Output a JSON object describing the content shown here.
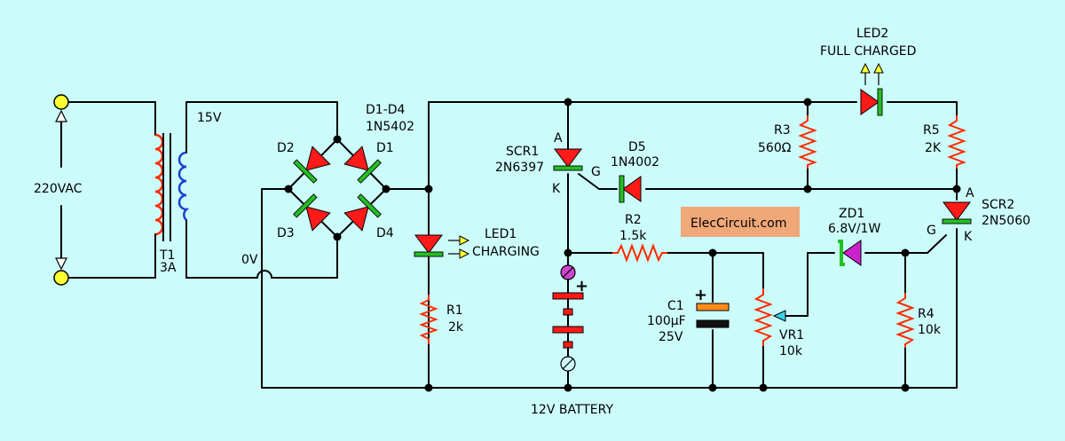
{
  "labels": {
    "input_voltage": "220VAC",
    "transformer_name": "T1",
    "transformer_rating": "3A",
    "secondary_voltage": "15V",
    "ground_voltage": "0V",
    "bridge_name": "D1-D4",
    "bridge_part": "1N5402",
    "d1": "D1",
    "d2": "D2",
    "d3": "D3",
    "d4": "D4",
    "led1_name": "LED1",
    "led1_desc": "CHARGING",
    "r1_name": "R1",
    "r1_value": "2k",
    "scr1_name": "SCR1",
    "scr1_part": "2N6397",
    "scr1_a": "A",
    "scr1_k": "K",
    "scr1_g": "G",
    "d5_name": "D5",
    "d5_part": "1N4002",
    "r2_name": "R2",
    "r2_value": "1.5k",
    "c1_name": "C1",
    "c1_value": "100µF",
    "c1_voltage": "25V",
    "vr1_name": "VR1",
    "vr1_value": "10k",
    "zd1_name": "ZD1",
    "zd1_value": "6.8V/1W",
    "r3_name": "R3",
    "r3_value": "560Ω",
    "led2_name": "LED2",
    "led2_desc": "FULL CHARGED",
    "r5_name": "R5",
    "r5_value": "2K",
    "scr2_name": "SCR2",
    "scr2_part": "2N5060",
    "scr2_a": "A",
    "scr2_k": "K",
    "scr2_g": "G",
    "r4_name": "R4",
    "r4_value": "10k",
    "battery": "12V BATTERY",
    "plus": "+"
  },
  "brand": {
    "text": "ElecCircuit.com",
    "bg": "#f0a878"
  },
  "colors": {
    "background": "#ccfcfa",
    "diode": "#ff1a1a",
    "diode_bar": "#22c022",
    "coil_primary": "#ff2a00",
    "coil_secondary": "#1a3fd0",
    "terminal": "#ffff33",
    "zener": "#cc22cc",
    "arrow": "#ffff33"
  }
}
